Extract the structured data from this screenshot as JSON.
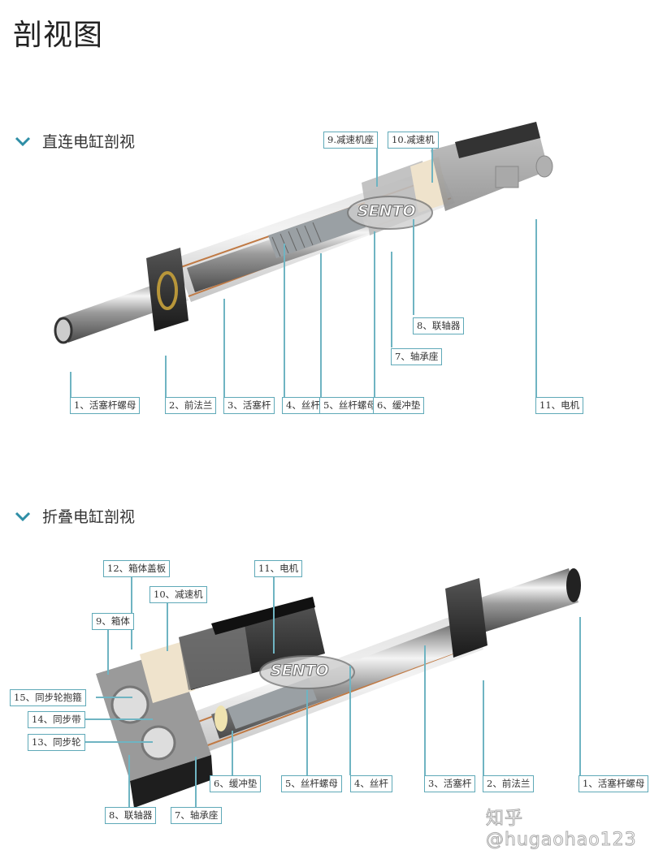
{
  "page": {
    "title": "剖视图"
  },
  "colors": {
    "accent": "#2e8ea6",
    "label_border": "#5fa9b8",
    "leader_line": "#6fb4c2",
    "copper_stripe": "#c07a45"
  },
  "section1": {
    "title": "直连电缸剖视",
    "brand": "SENTO",
    "labels": [
      {
        "id": 1,
        "text": "1、活塞杆螺母"
      },
      {
        "id": 2,
        "text": "2、前法兰"
      },
      {
        "id": 3,
        "text": "3、活塞杆"
      },
      {
        "id": 4,
        "text": "4、丝杆"
      },
      {
        "id": 5,
        "text": "5、丝杆螺母"
      },
      {
        "id": 6,
        "text": "6、缓冲垫"
      },
      {
        "id": 7,
        "text": "7、轴承座"
      },
      {
        "id": 8,
        "text": "8、联轴器"
      },
      {
        "id": 9,
        "text": "9.减速机座"
      },
      {
        "id": 10,
        "text": "10.减速机"
      },
      {
        "id": 11,
        "text": "11、电机"
      }
    ]
  },
  "section2": {
    "title": "折叠电缸剖视",
    "brand": "SENTO",
    "labels": [
      {
        "id": 1,
        "text": "1、活塞杆螺母"
      },
      {
        "id": 2,
        "text": "2、前法兰"
      },
      {
        "id": 3,
        "text": "3、活塞杆"
      },
      {
        "id": 4,
        "text": "4、丝杆"
      },
      {
        "id": 5,
        "text": "5、丝杆螺母"
      },
      {
        "id": 6,
        "text": "6、缓冲垫"
      },
      {
        "id": 7,
        "text": "7、轴承座"
      },
      {
        "id": 8,
        "text": "8、联轴器"
      },
      {
        "id": 9,
        "text": "9、箱体"
      },
      {
        "id": 10,
        "text": "10、减速机"
      },
      {
        "id": 11,
        "text": "11、电机"
      },
      {
        "id": 12,
        "text": "12、箱体盖板"
      },
      {
        "id": 13,
        "text": "13、同步轮"
      },
      {
        "id": 14,
        "text": "14、同步带"
      },
      {
        "id": 15,
        "text": "15、同步轮抱箍"
      }
    ]
  },
  "watermark": {
    "text": "知乎 @hugaohao123"
  }
}
